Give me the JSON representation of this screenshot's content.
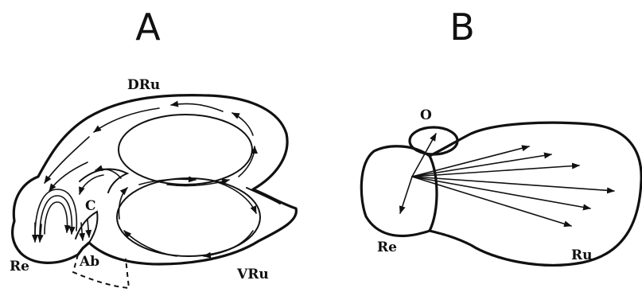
{
  "panels": {
    "a": {
      "letter": "A",
      "labels": {
        "dorsal_rumen": "DRu",
        "ventral_rumen": "VRu",
        "reticulum": "Re",
        "abomasum": "Ab",
        "center": "C"
      }
    },
    "b": {
      "letter": "B",
      "labels": {
        "omasum": "O",
        "reticulum": "Re",
        "rumen": "Ru"
      }
    }
  }
}
